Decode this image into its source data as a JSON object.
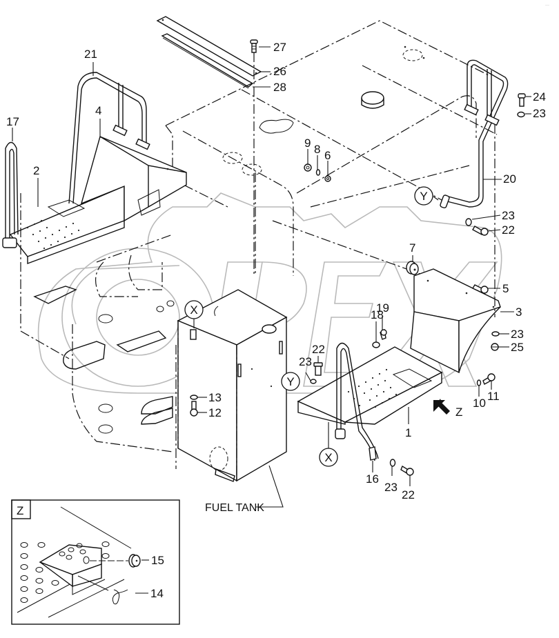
{
  "diagram": {
    "type": "exploded-parts-diagram",
    "subject": "Fuel tank, steps and handrails assembly",
    "watermark": "OPEX",
    "corner_mark": "···",
    "callouts": {
      "c1": "1",
      "c2": "2",
      "c3": "3",
      "c4": "4",
      "c5": "5",
      "c6": "6",
      "c7": "7",
      "c8": "8",
      "c9": "9",
      "c10": "10",
      "c11": "11",
      "c12": "12",
      "c13": "13",
      "c14": "14",
      "c15": "15",
      "c16": "16",
      "c17": "17",
      "c18": "18",
      "c19": "19",
      "c20": "20",
      "c21": "21",
      "c22a": "22",
      "c22b": "22",
      "c22c": "22",
      "c23a": "23",
      "c23b": "23",
      "c23c": "23",
      "c23d": "23",
      "c23e": "23",
      "c24": "24",
      "c25": "25",
      "c26": "26",
      "c27": "27",
      "c28": "28"
    },
    "reference_markers": {
      "x_top": "X",
      "x_bottom": "X",
      "y_left": "Y",
      "y_right": "Y"
    },
    "view_arrow_label": "Z",
    "component_label": "FUEL TANK",
    "detail_view": {
      "title": "Z",
      "callouts": {
        "c14": "14",
        "c15": "15"
      }
    }
  }
}
